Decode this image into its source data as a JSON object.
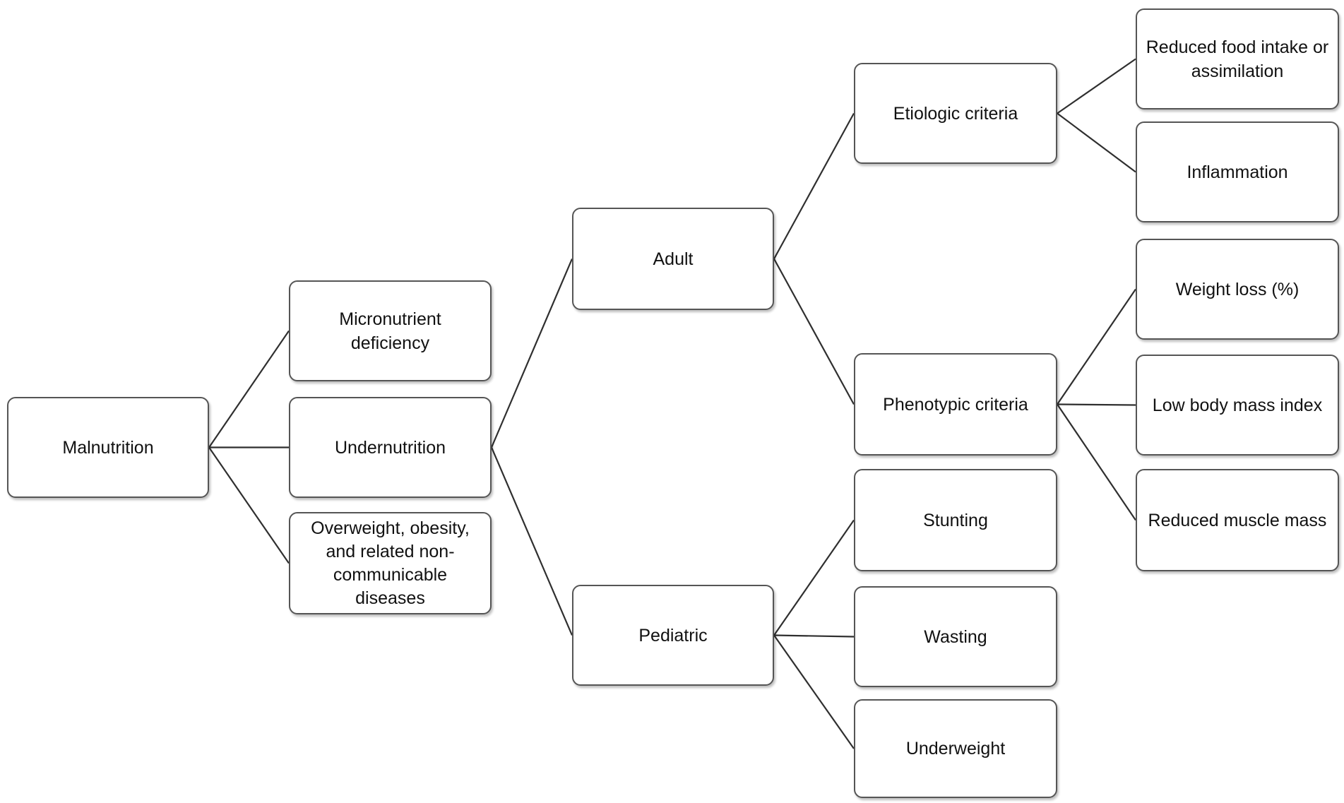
{
  "diagram": {
    "nodes": {
      "malnutrition": "Malnutrition",
      "micronutrient": "Micronutrient deficiency",
      "undernutrition": "Undernutrition",
      "overweight": "Overweight, obesity, and related non-communicable diseases",
      "adult": "Adult",
      "pediatric": "Pediatric",
      "etiologic": "Etiologic criteria",
      "phenotypic": "Phenotypic criteria",
      "stunting": "Stunting",
      "wasting": "Wasting",
      "underweight": "Underweight",
      "reduced_food": "Reduced food intake or assimilation",
      "inflammation": "Inflammation",
      "weight_loss": "Weight loss (%)",
      "low_bmi": "Low body mass index",
      "reduced_muscle": "Reduced muscle mass"
    },
    "edges": [
      [
        "malnutrition",
        "micronutrient"
      ],
      [
        "malnutrition",
        "undernutrition"
      ],
      [
        "malnutrition",
        "overweight"
      ],
      [
        "undernutrition",
        "adult"
      ],
      [
        "undernutrition",
        "pediatric"
      ],
      [
        "adult",
        "etiologic"
      ],
      [
        "adult",
        "phenotypic"
      ],
      [
        "pediatric",
        "stunting"
      ],
      [
        "pediatric",
        "wasting"
      ],
      [
        "pediatric",
        "underweight"
      ],
      [
        "etiologic",
        "reduced_food"
      ],
      [
        "etiologic",
        "inflammation"
      ],
      [
        "phenotypic",
        "weight_loss"
      ],
      [
        "phenotypic",
        "low_bmi"
      ],
      [
        "phenotypic",
        "reduced_muscle"
      ]
    ]
  }
}
